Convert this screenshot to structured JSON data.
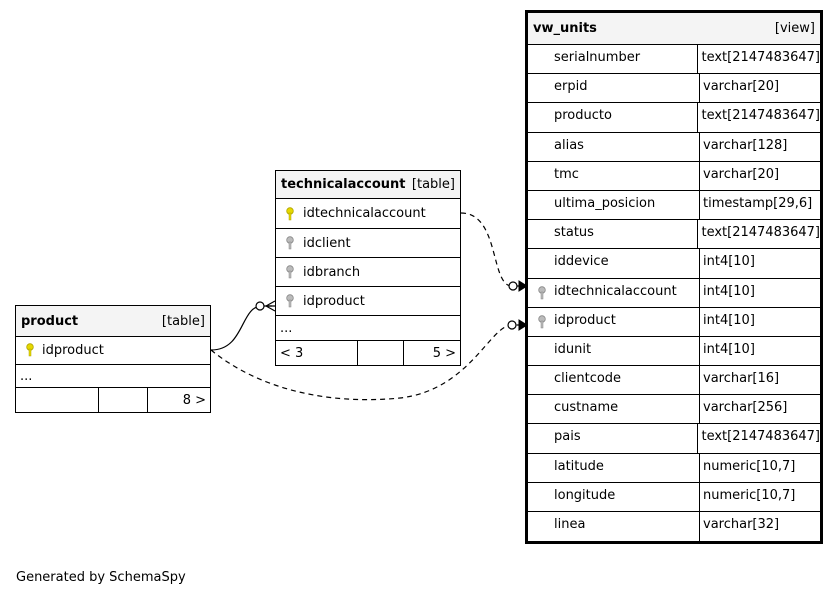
{
  "product": {
    "name": "product",
    "kind": "[table]",
    "columns": [
      "idproduct"
    ],
    "ellipsis": "...",
    "footer": [
      "",
      "",
      "8 >"
    ]
  },
  "technicalaccount": {
    "name": "technicalaccount",
    "kind": "[table]",
    "columns": [
      "idtechnicalaccount",
      "idclient",
      "idbranch",
      "idproduct"
    ],
    "ellipsis": "...",
    "footer": [
      "< 3",
      "",
      "5 >"
    ]
  },
  "vw_units": {
    "name": "vw_units",
    "kind": "[view]",
    "columns": [
      {
        "name": "serialnumber",
        "type": "text[2147483647]"
      },
      {
        "name": "erpid",
        "type": "varchar[20]"
      },
      {
        "name": "producto",
        "type": "text[2147483647]"
      },
      {
        "name": "alias",
        "type": "varchar[128]"
      },
      {
        "name": "tmc",
        "type": "varchar[20]"
      },
      {
        "name": "ultima_posicion",
        "type": "timestamp[29,6]"
      },
      {
        "name": "status",
        "type": "text[2147483647]"
      },
      {
        "name": "iddevice",
        "type": "int4[10]"
      },
      {
        "name": "idtechnicalaccount",
        "type": "int4[10]"
      },
      {
        "name": "idproduct",
        "type": "int4[10]"
      },
      {
        "name": "idunit",
        "type": "int4[10]"
      },
      {
        "name": "clientcode",
        "type": "varchar[16]"
      },
      {
        "name": "custname",
        "type": "varchar[256]"
      },
      {
        "name": "pais",
        "type": "text[2147483647]"
      },
      {
        "name": "latitude",
        "type": "numeric[10,7]"
      },
      {
        "name": "longitude",
        "type": "numeric[10,7]"
      },
      {
        "name": "linea",
        "type": "varchar[32]"
      }
    ]
  },
  "colors": {
    "primary_key": "#e6d800",
    "foreign_key": "#aaaaaa",
    "header_bg": "#f4f4f4"
  },
  "footer_text": "Generated by SchemaSpy"
}
